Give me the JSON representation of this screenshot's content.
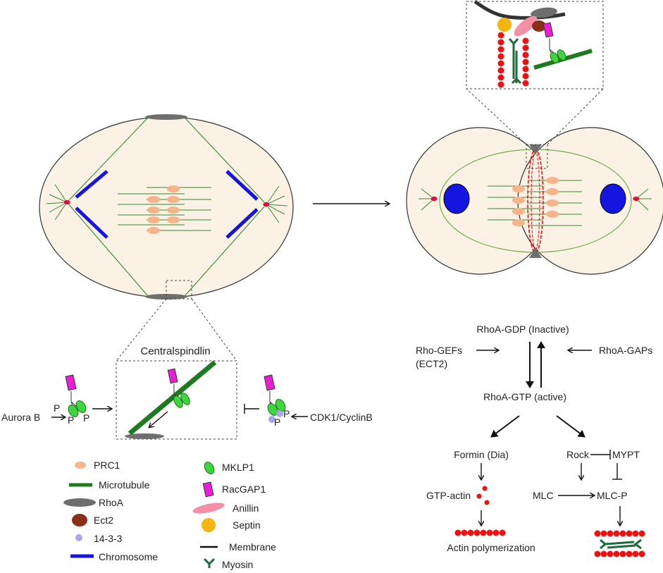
{
  "labels": {
    "centralspindlin": "Centralspindlin",
    "aurora_b": "Aurora B",
    "cdk1": "CDK1/CyclinB",
    "phospho": "P"
  },
  "legend": [
    {
      "key": "prc1",
      "label": "PRC1"
    },
    {
      "key": "microtubule",
      "label": "Microtubule"
    },
    {
      "key": "rhoa",
      "label": "RhoA"
    },
    {
      "key": "ect2",
      "label": "Ect2"
    },
    {
      "key": "1433",
      "label": "14-3-3"
    },
    {
      "key": "chromosome",
      "label": "Chromosome"
    },
    {
      "key": "mklp1",
      "label": "MKLP1"
    },
    {
      "key": "racgap1",
      "label": "RacGAP1"
    },
    {
      "key": "anillin",
      "label": "Anillin"
    },
    {
      "key": "septin",
      "label": "Septin"
    },
    {
      "key": "membrane",
      "label": "Membrane"
    },
    {
      "key": "myosin",
      "label": "Myosin"
    }
  ],
  "pathway": {
    "rhoa_gdp": "RhoA-GDP (Inactive)",
    "rho_gefs": "Rho-GEFs",
    "ect2": "(ECT2)",
    "rhoa_gaps": "RhoA-GAPs",
    "rhoa_gtp": "RhoA-GTP (active)",
    "formin": "Formin (Dia)",
    "rock": "Rock",
    "mypt": "MYPT",
    "gtp_actin": "GTP-actin",
    "mlc": "MLC",
    "mlc_p": "MLC-P",
    "actin_polymerization": "Actin polymerization"
  },
  "colors": {
    "cell_fill": "#fbf1e4",
    "microtubule": "#1e7a1e",
    "chromosome": "#1515e0",
    "prc1": "#f7b48a",
    "rhoa": "#6e6e6e",
    "ect2": "#8b2f17",
    "protein_1433": "#a9a6ea",
    "mklp1": "#3ed63e",
    "racgap1": "#e81fd6",
    "anillin": "#f48fa8",
    "septin": "#f5b40f",
    "membrane": "#111111",
    "myosin": "#1e6b3a",
    "actin": "#ee1111",
    "nucleus": "#1515e0"
  }
}
